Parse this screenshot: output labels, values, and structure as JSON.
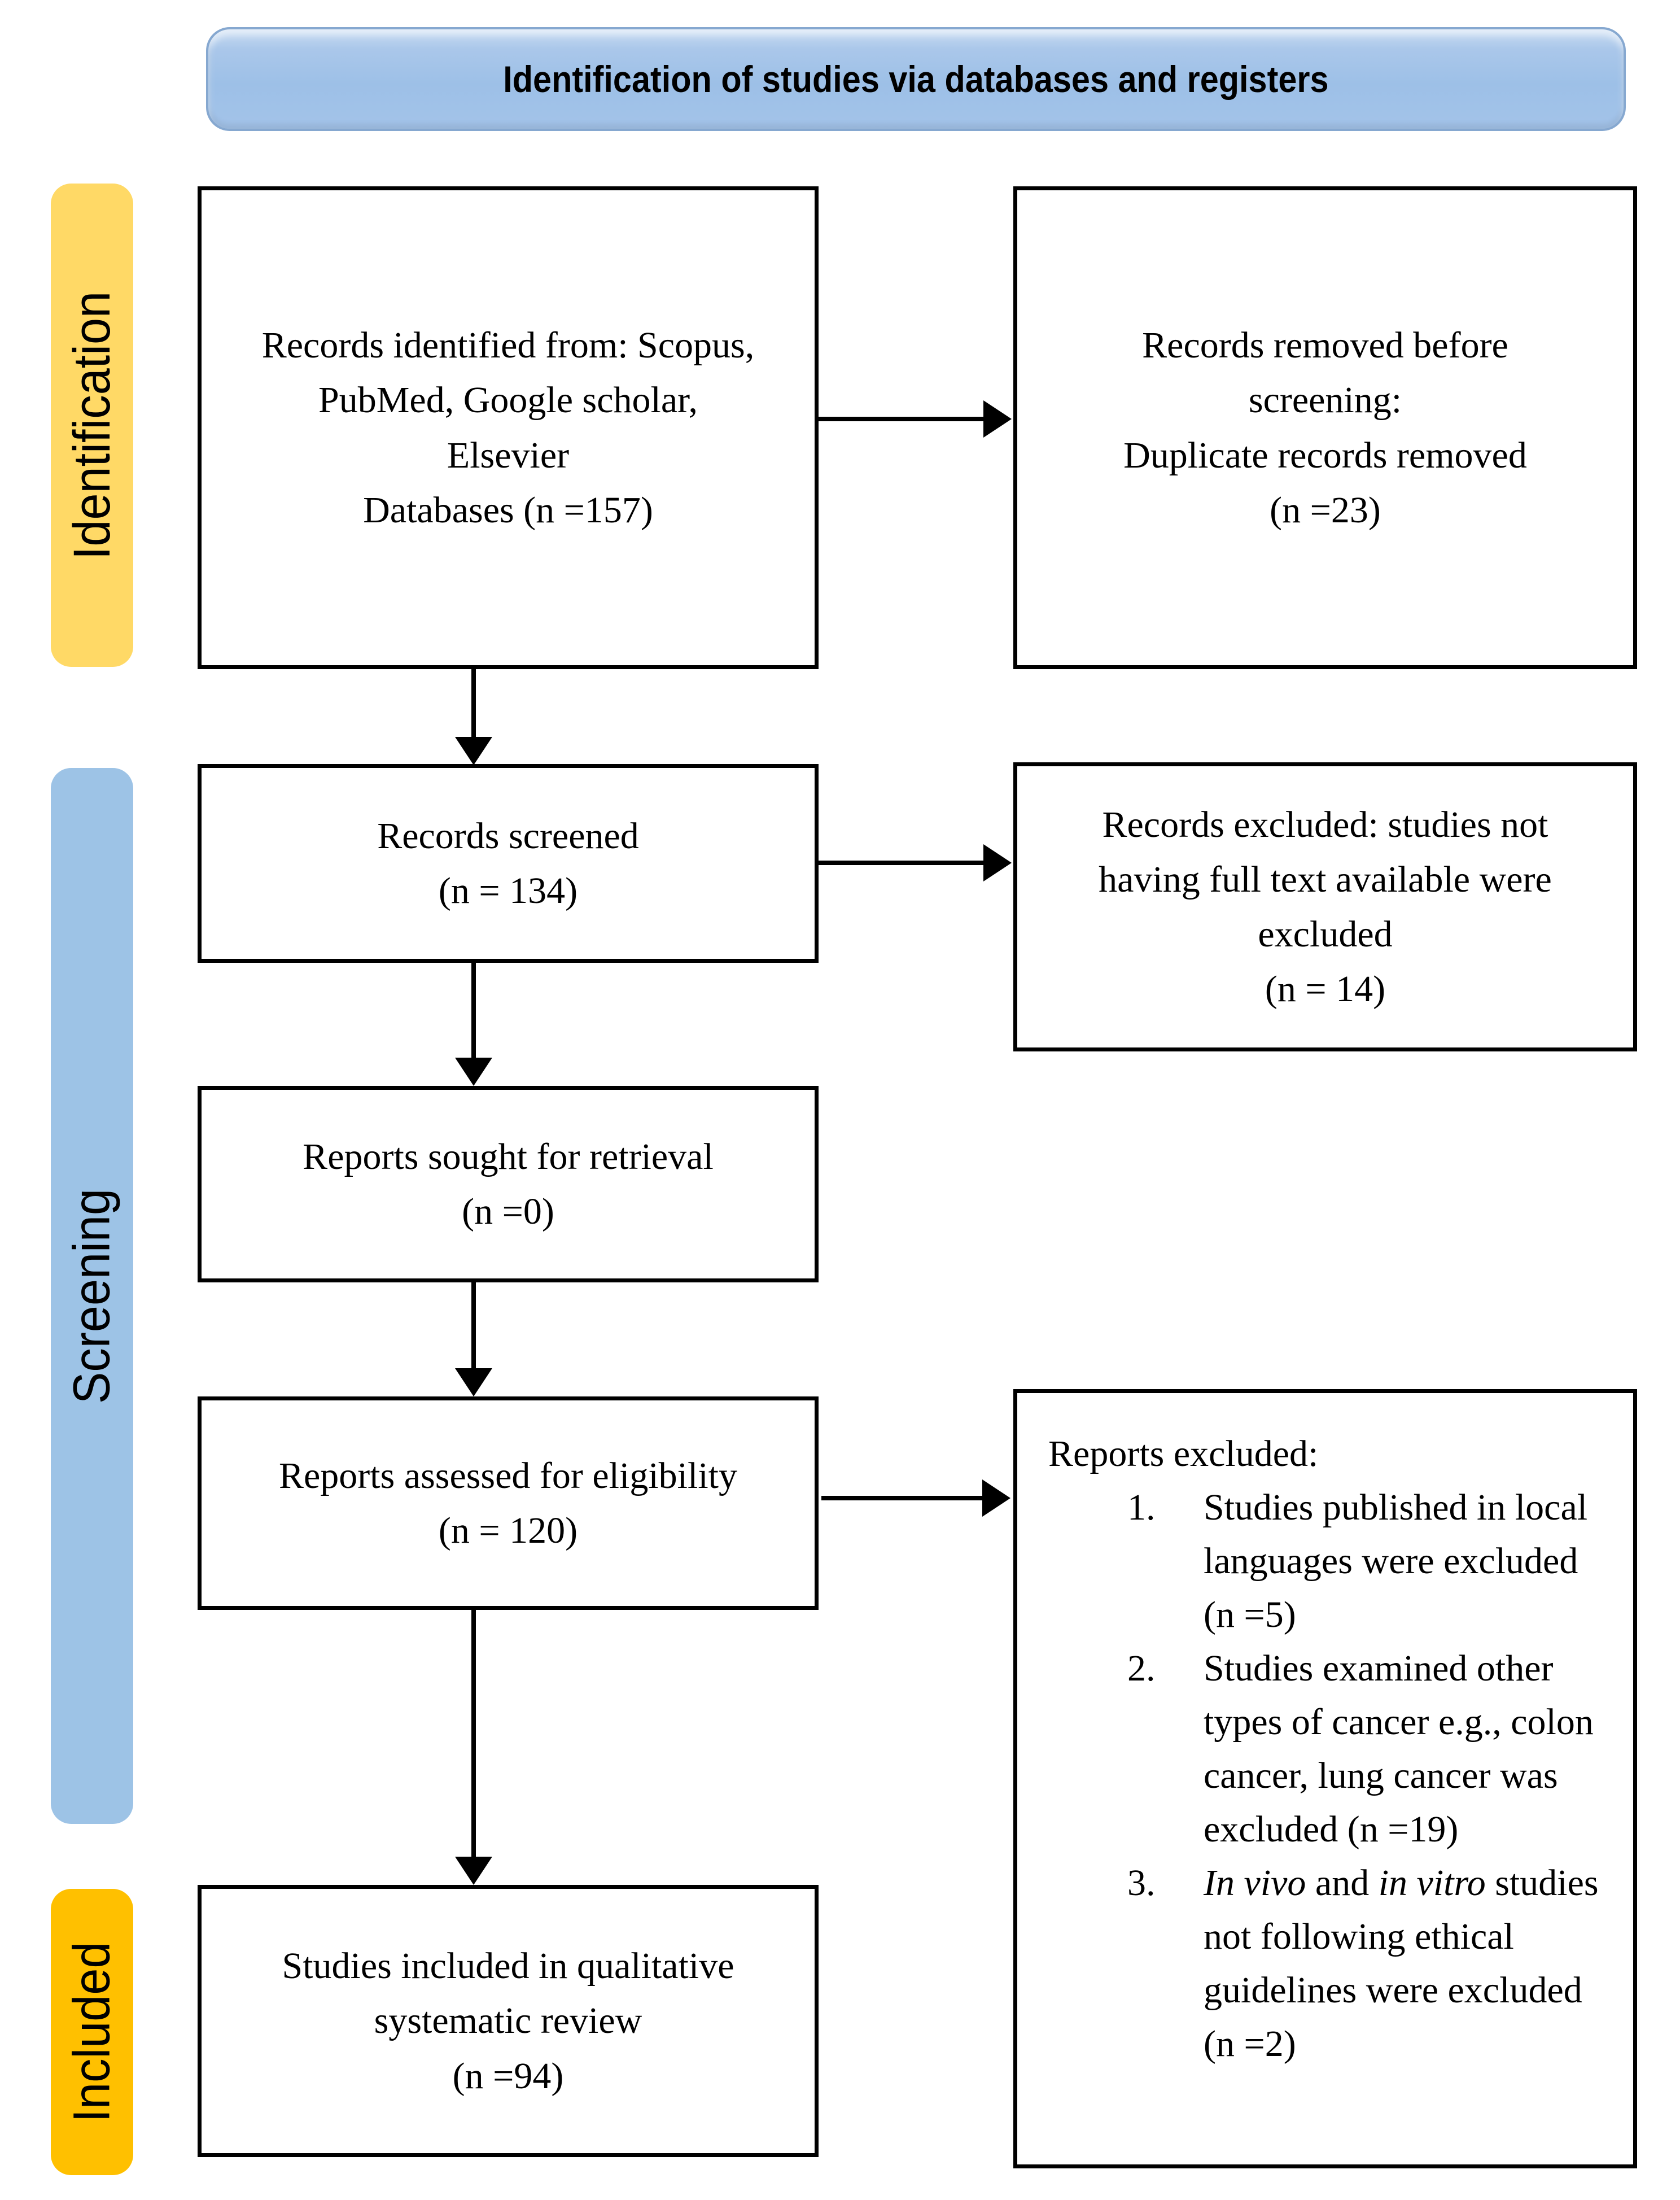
{
  "header": {
    "title": "Identification of studies via databases and registers"
  },
  "stages": [
    {
      "label": "Identification",
      "color": "#FFD966"
    },
    {
      "label": "Screening",
      "color": "#9DC3E6"
    },
    {
      "label": "Included",
      "color": "#FFC000"
    }
  ],
  "colors": {
    "banner_fill": "#9DC3E6",
    "banner_border": "#86A8D0",
    "box_border": "#000000",
    "arrow": "#000000",
    "background": "#FFFFFF"
  },
  "boxes": {
    "records_identified": {
      "lines": [
        "Records identified from: Scopus,",
        "PubMed, Google scholar,",
        "Elsevier",
        "Databases (n =157)"
      ]
    },
    "records_removed": {
      "lines": [
        "Records removed before",
        "screening:",
        "Duplicate records removed",
        "(n =23)"
      ]
    },
    "records_screened": {
      "lines": [
        "Records screened",
        "(n = 134)"
      ]
    },
    "records_excluded": {
      "lines": [
        "Records excluded: studies not",
        "having full text available were",
        "excluded",
        "(n = 14)"
      ]
    },
    "reports_sought": {
      "lines": [
        "Reports sought for retrieval",
        "(n =0)"
      ]
    },
    "reports_assessed": {
      "lines": [
        "Reports assessed for eligibility",
        "(n = 120)"
      ]
    },
    "reports_excluded": {
      "title": "Reports excluded:",
      "items": [
        {
          "marker": "1.",
          "segments": [
            {
              "text": "Studies published in local languages were excluded (n =5)",
              "italic": false
            }
          ]
        },
        {
          "marker": "2.",
          "segments": [
            {
              "text": "Studies examined other types of cancer e.g., colon cancer, lung cancer was excluded (n =19)",
              "italic": false
            }
          ]
        },
        {
          "marker": "3.",
          "segments": [
            {
              "text": "In vivo",
              "italic": true
            },
            {
              "text": " and ",
              "italic": false
            },
            {
              "text": "in vitro",
              "italic": true
            },
            {
              "text": " studies not following ethical guidelines were excluded (n =2)",
              "italic": false
            }
          ]
        }
      ]
    },
    "studies_included": {
      "lines": [
        "Studies included in qualitative",
        "systematic review",
        "(n =94)"
      ]
    }
  }
}
